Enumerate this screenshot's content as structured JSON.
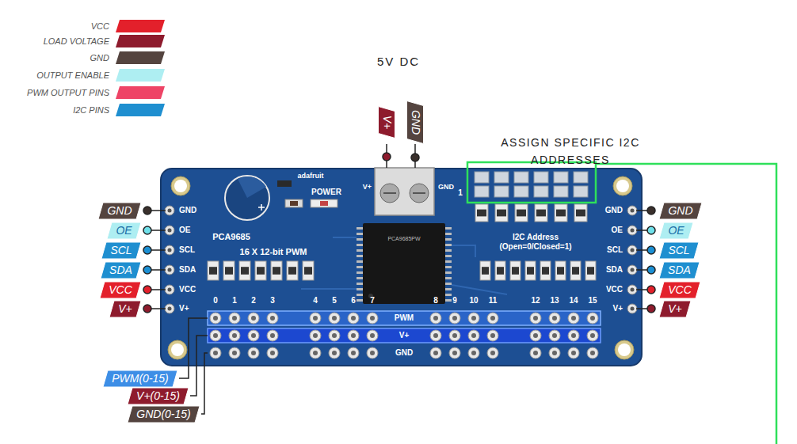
{
  "diagram": {
    "nodes": [
      {
        "text": [
          "V+"
        ]
      },
      {
        "text": [
          "GND"
        ]
      },
      {
        "text": [
          "GND"
        ]
      },
      {
        "text": [
          "GND"
        ]
      },
      {
        "text": [
          "OE"
        ]
      },
      {
        "text": [
          "OE"
        ]
      },
      {
        "text": [
          "SCL"
        ]
      },
      {
        "text": [
          "SCL"
        ]
      },
      {
        "text": [
          "SDA"
        ]
      },
      {
        "text": [
          "SDA"
        ]
      },
      {
        "text": [
          "VCC"
        ]
      },
      {
        "text": [
          "VCC"
        ]
      },
      {
        "text": [
          "V+"
        ]
      },
      {
        "text": [
          "V+"
        ]
      },
      {
        "text": [
          "PWM(0-15)"
        ]
      },
      {
        "text": [
          "V+(0-15)"
        ]
      },
      {
        "text": [
          "GND(0-15)"
        ]
      }
    ],
    "labels": [
      "5V DC",
      "ASSIGN SPECIFIC I2C ADDRESSES",
      "adafruit",
      "POWER",
      "V+",
      "GND",
      "1",
      "GND",
      "OE",
      "SCL",
      "SDA",
      "VCC",
      "V+",
      "PCA9685",
      "16 X 12-bit PWM",
      "PCA9685PW",
      "I2C Address (Open=0/Closed=1)",
      "GND",
      "OE",
      "SCL",
      "SDA",
      "VCC",
      "V+",
      "0",
      "1",
      "2",
      "3",
      "4",
      "5",
      "6",
      "7",
      "8",
      "9",
      "10",
      "11",
      "12",
      "13",
      "14",
      "15",
      "PWM",
      "V+",
      "GND"
    ],
    "legend": [
      {
        "text": "VCC",
        "color": "#e3202b"
      },
      {
        "text": "LOAD VOLTAGE",
        "color": "#8e1b2d"
      },
      {
        "text": "GND",
        "color": "#54443f"
      },
      {
        "text": "OUTPUT ENABLE",
        "color": "#aeeef2"
      },
      {
        "text": "PWM OUTPUT PINS",
        "color": "#ee4466"
      },
      {
        "text": "I2C PINS",
        "color": "#1f8fd0"
      }
    ]
  }
}
